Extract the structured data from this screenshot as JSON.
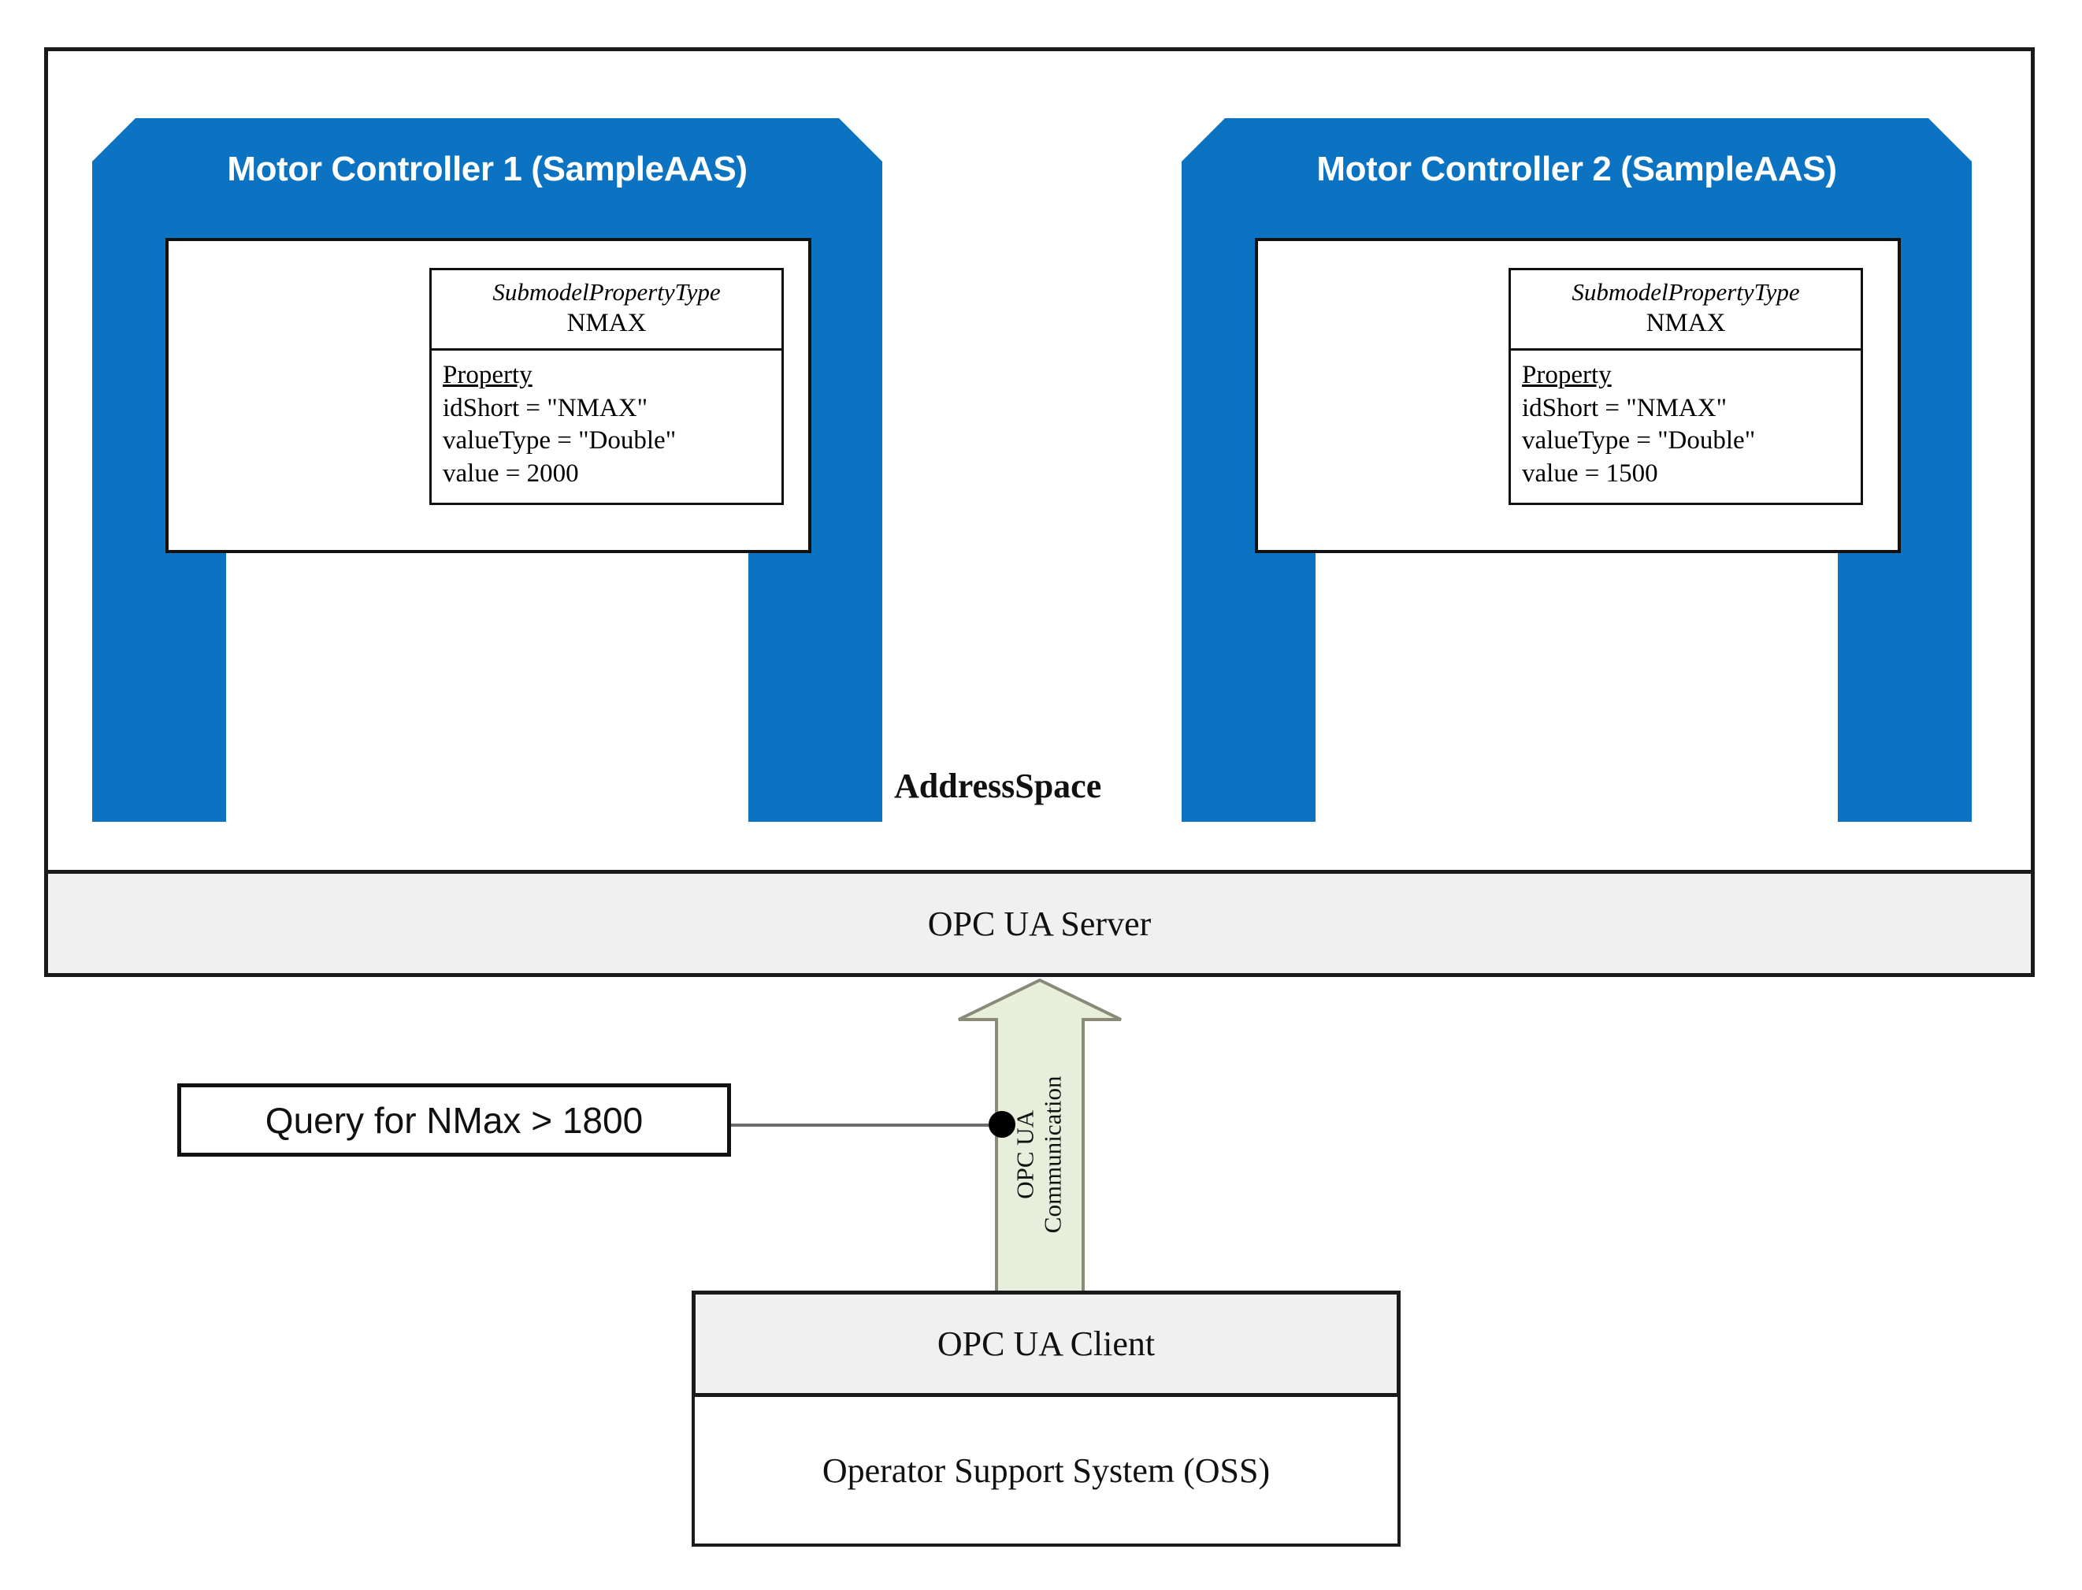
{
  "frame": {
    "address_space_label": "AddressSpace"
  },
  "controllers": [
    {
      "title": "Motor Controller 1 (SampleAAS)",
      "property": {
        "stereotype": "SubmodelPropertyType",
        "type_name": "NMAX",
        "section_label": "Property",
        "attributes": [
          "idShort = \"NMAX\"",
          "valueType = \"Double\"",
          "value = 2000"
        ]
      }
    },
    {
      "title": "Motor Controller 2 (SampleAAS)",
      "property": {
        "stereotype": "SubmodelPropertyType",
        "type_name": "NMAX",
        "section_label": "Property",
        "attributes": [
          "idShort = \"NMAX\"",
          "valueType = \"Double\"",
          "value = 1500"
        ]
      }
    }
  ],
  "server": {
    "label": "OPC UA Server"
  },
  "communication": {
    "label_line1": "OPC UA",
    "label_line2": "Communication",
    "fill_color": "#e8eedc",
    "stroke_color": "#8a8a7a"
  },
  "query": {
    "label": "Query for NMax > 1800"
  },
  "client": {
    "label": "OPC UA Client"
  },
  "oss": {
    "label": "Operator Support System (OSS)"
  },
  "colors": {
    "controller_blue": "#0c73c2",
    "bar_gray": "#f0f0f0",
    "outline_black": "#1a1a1a"
  }
}
